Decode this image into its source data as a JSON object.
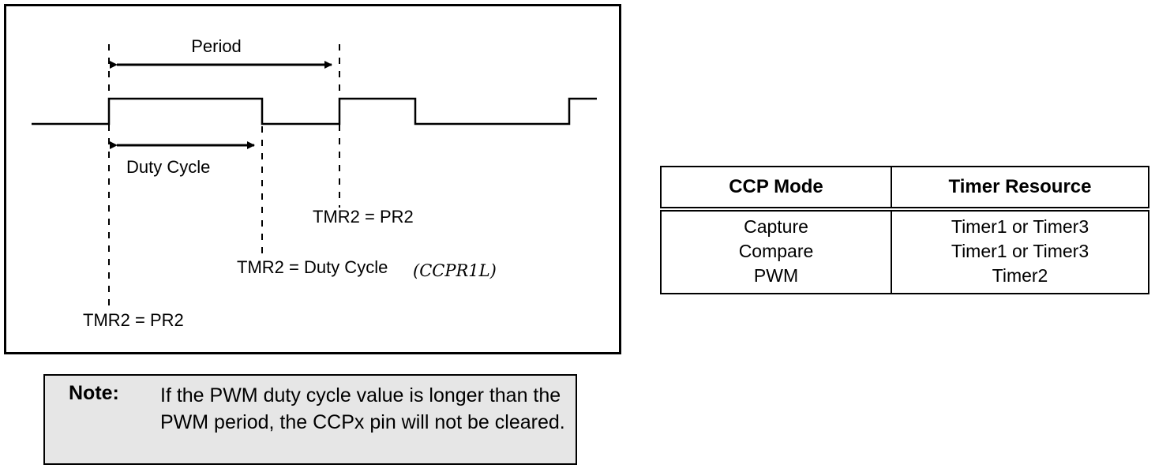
{
  "diagram": {
    "period_label": "Period",
    "duty_cycle_label": "Duty Cycle",
    "tmr2_pr2_right_label": "TMR2 = PR2",
    "tmr2_duty_label": "TMR2 = Duty Cycle",
    "tmr2_duty_math": "(CCPR1L)",
    "tmr2_pr2_left_label": "TMR2 = PR2"
  },
  "table": {
    "headers": [
      "CCP Mode",
      "Timer Resource"
    ],
    "rows": [
      [
        "Capture",
        "Timer1 or Timer3"
      ],
      [
        "Compare",
        "Timer1 or Timer3"
      ],
      [
        "PWM",
        "Timer2"
      ]
    ]
  },
  "note": {
    "label": "Note:",
    "text": "If the PWM duty cycle value is longer than the PWM period, the CCPx pin will not be cleared."
  }
}
